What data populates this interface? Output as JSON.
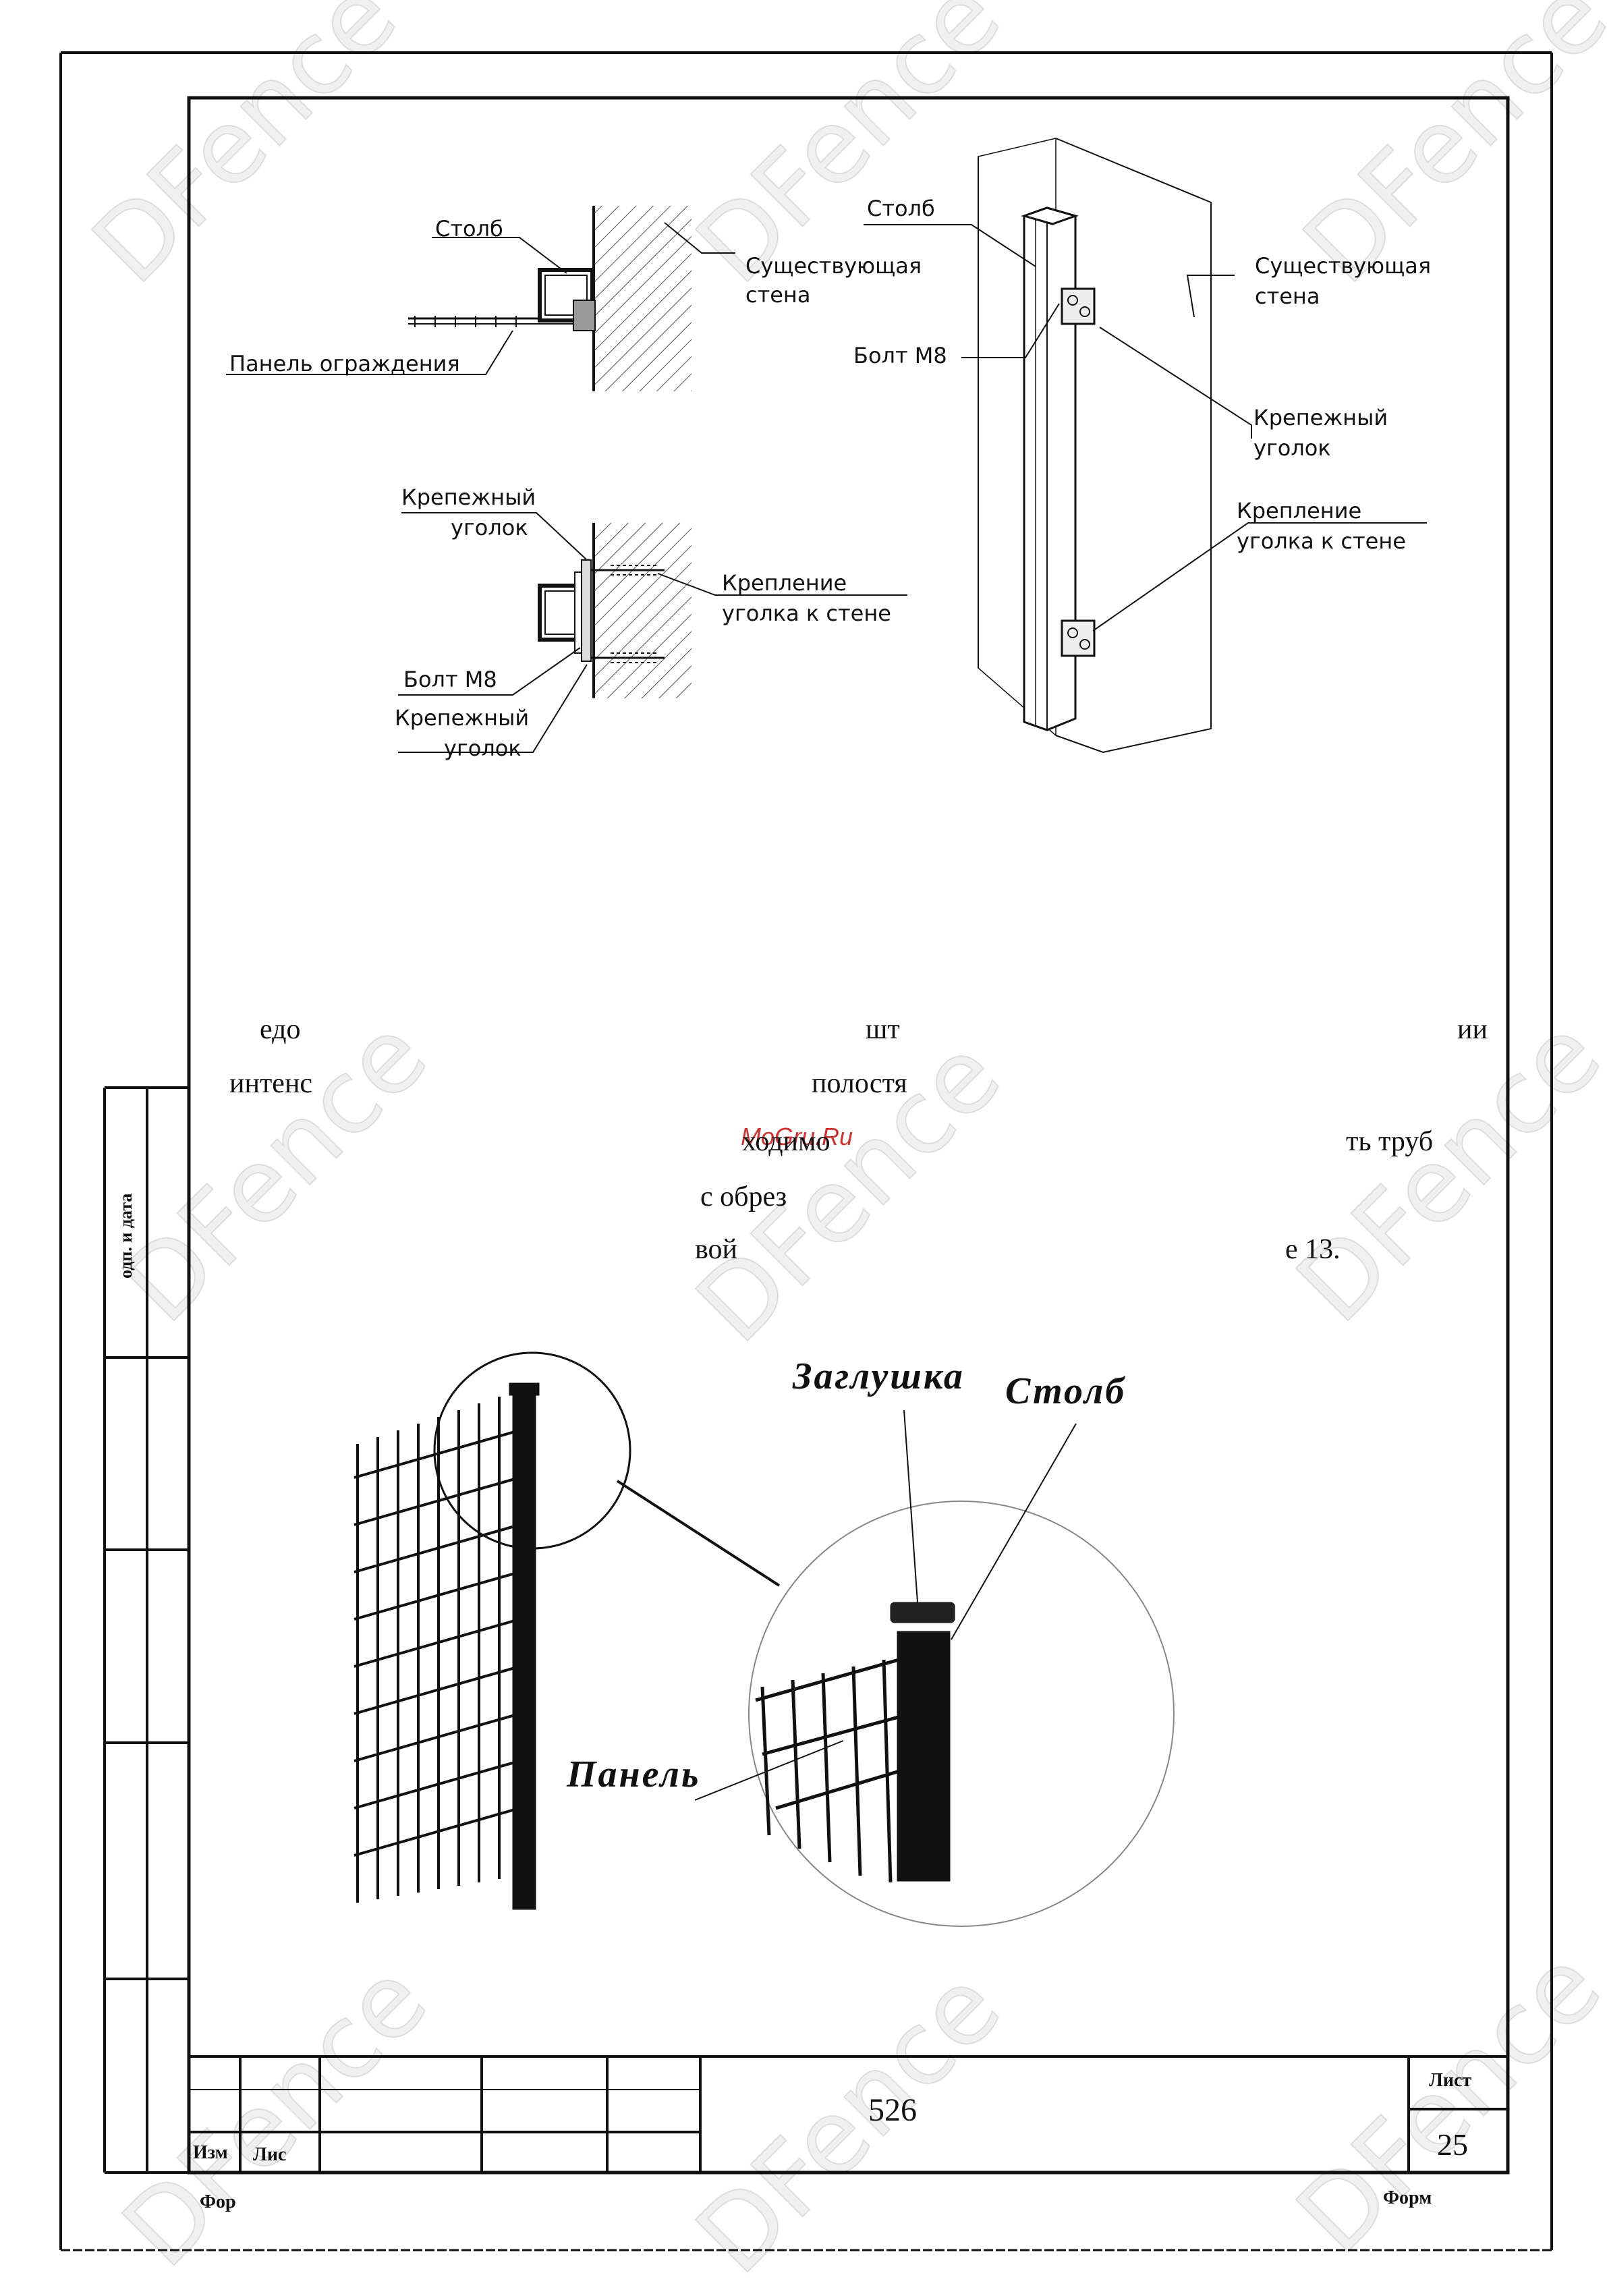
{
  "watermarks": {
    "dfence": "DFence",
    "mogru": "MoGru.Ru"
  },
  "drawing_top_left": {
    "stolb": "Столб",
    "existing_wall": [
      "Существующая",
      "стена"
    ],
    "panel": "Панель ограждения"
  },
  "drawing_mid_left": {
    "bracket_top": [
      "Крепежный",
      "уголок"
    ],
    "fixing": [
      "Крепление",
      "уголка к стене"
    ],
    "bolt": "Болт М8",
    "bracket_bottom": [
      "Крепежный",
      "уголок"
    ]
  },
  "drawing_right": {
    "stolb": "Столб",
    "existing_wall": [
      "Существующая",
      "стена"
    ],
    "bolt": "Болт М8",
    "bracket": [
      "Крепежный",
      "уголок"
    ],
    "fixing": [
      "Крепление",
      "уголка к стене"
    ]
  },
  "text_fragments": {
    "l1a": "едо",
    "l1b": "шт",
    "l1c": "ии",
    "l2a": "интенс",
    "l2b": "полостя",
    "l3a": "ходимо",
    "l3b": "ть труб",
    "l4a": "с обрез",
    "l5a": "вой",
    "l5b": "е 13."
  },
  "photo_labels": {
    "cap": "Заглушка",
    "post": "Столб",
    "panel": "Панель"
  },
  "side_label": "одп. и дата",
  "title_block": {
    "izm": "Изм",
    "lis": "Лис",
    "doc_number": "526",
    "sheet_label": "Лист",
    "sheet_number": "25",
    "format_left": "Фор",
    "format_right": "Форм"
  }
}
